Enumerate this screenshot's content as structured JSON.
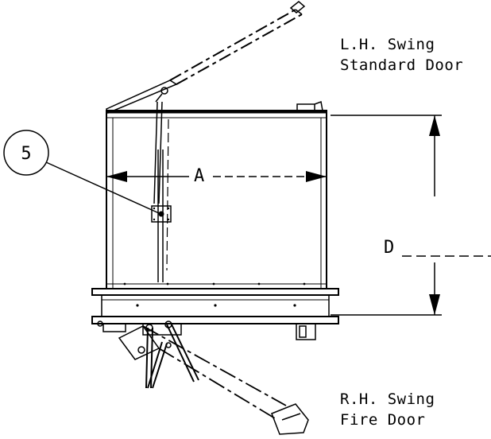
{
  "labels": {
    "lh_swing_line1": "L.H. Swing",
    "lh_swing_line2": "Standard Door",
    "rh_swing_line1": "R.H. Swing",
    "rh_swing_line2": "Fire Door"
  },
  "dimensions": {
    "width_label": "A",
    "height_label": "D"
  },
  "callouts": {
    "item_number": "5"
  }
}
